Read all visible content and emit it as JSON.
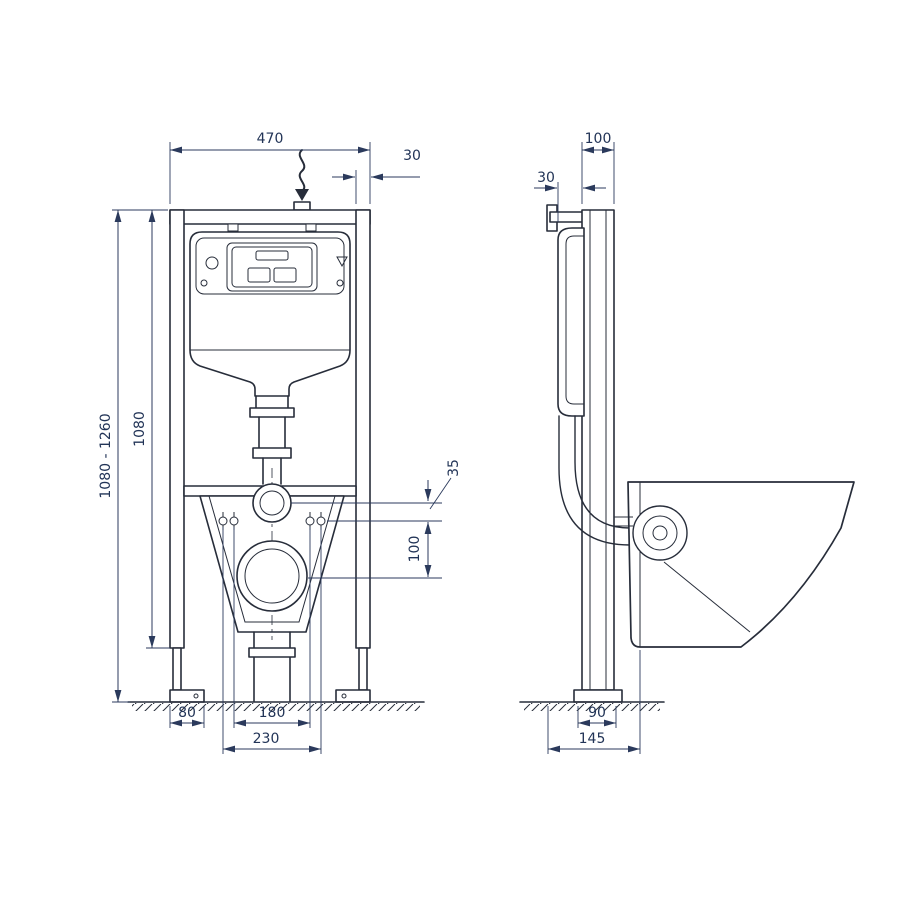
{
  "colors": {
    "background": "#ffffff",
    "line": "#272d3a",
    "dimension": "#2b3a5c",
    "text": "#223457"
  },
  "front_view": {
    "dims": {
      "width": "470",
      "top_bracket": "30",
      "height_range": "1080 - 1260",
      "frame_height": "1080",
      "flush_offset": "35",
      "outlet_offset": "100",
      "foot_plate_width": "80",
      "bolt_spacing_inner": "180",
      "bolt_spacing_outer": "230"
    }
  },
  "side_view": {
    "dims": {
      "frame_depth": "100",
      "cistern_offset": "30",
      "foot_depth": "90",
      "base_depth": "145"
    }
  }
}
